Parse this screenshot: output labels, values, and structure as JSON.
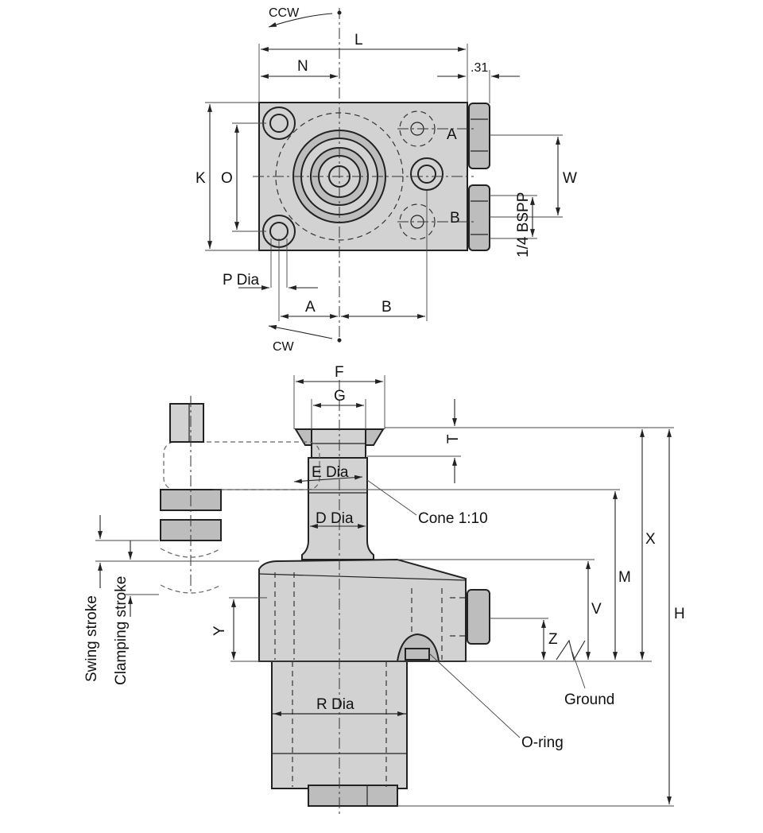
{
  "labels": {
    "ccw": "CCW",
    "cw": "CW",
    "L": "L",
    "N": "N",
    "offset_31": ".31",
    "K": "K",
    "O": "O",
    "W": "W",
    "port_A": "A",
    "port_B": "B",
    "bspp": "1/4 BSPP",
    "p_dia": "P Dia",
    "A": "A",
    "B": "B",
    "F": "F",
    "G": "G",
    "T": "T",
    "e_dia": "E Dia",
    "cone": "Cone 1:10",
    "d_dia": "D Dia",
    "X": "X",
    "M": "M",
    "H": "H",
    "V": "V",
    "Y": "Y",
    "Z": "Z",
    "ground": "Ground",
    "swing_stroke": "Swing stroke",
    "clamping_stroke": "Clamping stroke",
    "r_dia": "R Dia",
    "o_ring": "O-ring"
  },
  "colors": {
    "part_fill": "#d2d2d2",
    "part_dark": "#bdbdbd",
    "line": "#222222"
  }
}
